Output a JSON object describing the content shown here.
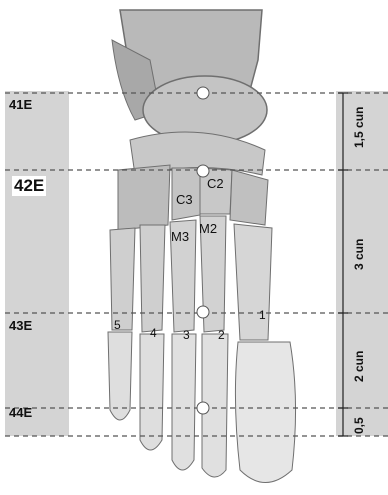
{
  "points": {
    "p41": "41E",
    "p42": "42E",
    "p43": "43E",
    "p44": "44E"
  },
  "measures": {
    "m1": "1,5 cun",
    "m2": "3 cun",
    "m3": "2 cun",
    "m4": "0,5"
  },
  "bones": {
    "c2": "C2",
    "c3": "C3",
    "m2": "M2",
    "m3": "M3"
  },
  "toes": {
    "t1": "1",
    "t2": "2",
    "t3": "3",
    "t4": "4",
    "t5": "5"
  },
  "colors": {
    "band": "#d4d4d4",
    "bone": "#bdbdbd",
    "bone_dark": "#7a7a7a",
    "dashed_line": "#555555"
  }
}
